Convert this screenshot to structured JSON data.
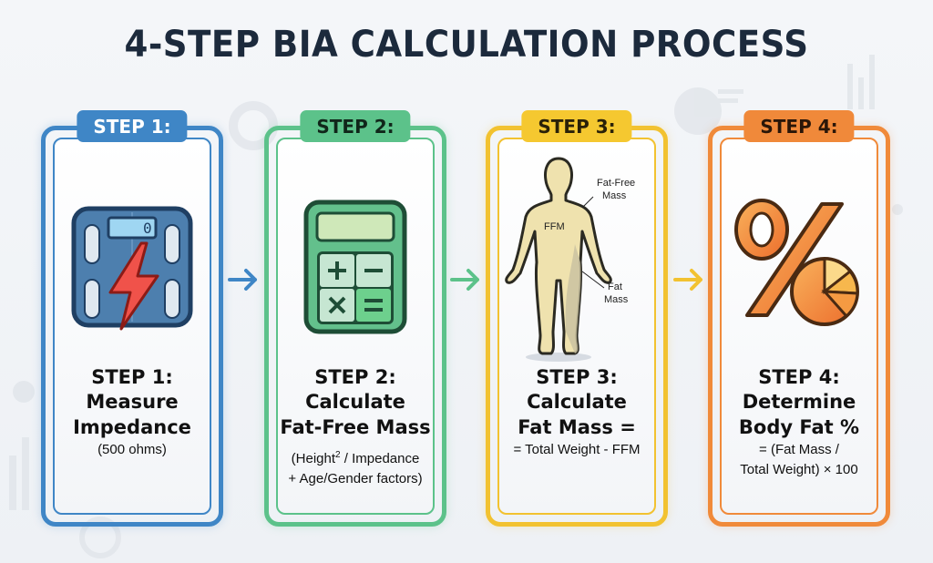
{
  "title": "4-STEP BIA CALCULATION PROCESS",
  "colors": {
    "step1": "#3f86c6",
    "step2": "#5cc28a",
    "step3": "#f2c230",
    "step4": "#f08a3a",
    "title": "#1c2a3c"
  },
  "steps": [
    {
      "badge": "STEP 1:",
      "heading": "STEP 1:",
      "title_line1": "Measure",
      "title_line2": "Impedance",
      "formula_line1": "(500 ohms)",
      "formula_line2": "",
      "icon": "smart-scale-lightning-icon",
      "scale_display": "0"
    },
    {
      "badge": "STEP 2:",
      "heading": "STEP 2:",
      "title_line1": "Calculate",
      "title_line2": "Fat-Free Mass",
      "formula_pre": "(Height",
      "formula_sup": "2",
      "formula_post": " / Impedance",
      "formula_line2": "+ Age/Gender factors)",
      "icon": "calculator-icon"
    },
    {
      "badge": "STEP 3:",
      "heading": "STEP 3:",
      "title_line1": "Calculate",
      "title_line2": "Fat Mass =",
      "formula_line1": "= Total Weight - FFM",
      "formula_line2": "",
      "icon": "human-body-icon",
      "labels": {
        "ffm": "FFM",
        "fat_free_1": "Fat-Free",
        "fat_free_2": "Mass",
        "fat_1": "Fat",
        "fat_2": "Mass"
      }
    },
    {
      "badge": "STEP 4:",
      "heading": "STEP 4:",
      "title_line1": "Determine",
      "title_line2": "Body Fat %",
      "formula_line1": "= (Fat Mass /",
      "formula_line2": "Total Weight) × 100",
      "icon": "percent-pie-icon"
    }
  ]
}
